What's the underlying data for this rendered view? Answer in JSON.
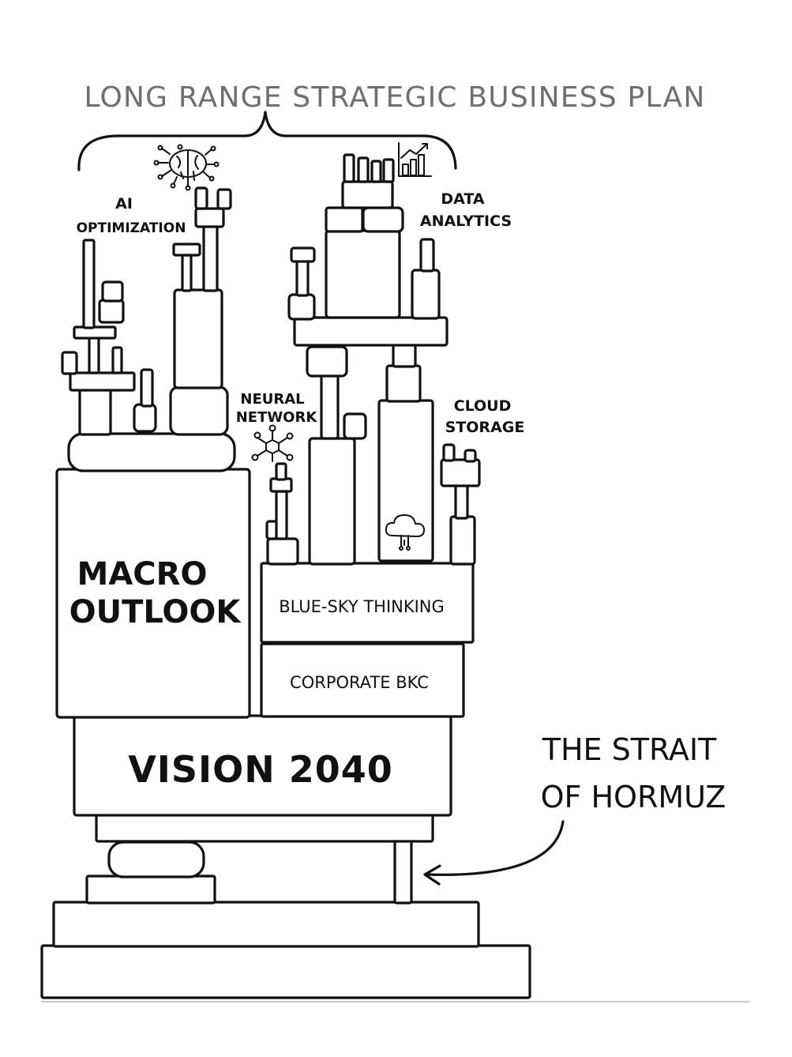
{
  "title": "LONG RANGE STRATEGIC BUSINESS PLAN",
  "labels": {
    "ai_line1": "AI",
    "ai_line2": "OPTIMIZATION",
    "data_line1": "DATA",
    "data_line2": "ANALYTICS",
    "neural_line1": "NEURAL",
    "neural_line2": "NETWORK",
    "cloud_line1": "CLOUD",
    "cloud_line2": "STORAGE"
  },
  "blocks": {
    "macro_line1": "MACRO",
    "macro_line2": "OUTLOOK",
    "blue_sky": "BLUE-SKY THINKING",
    "corporate": "CORPORATE BKC",
    "vision": "VISION 2040"
  },
  "annotation": {
    "line1": "THE STRAIT",
    "line2": "OF HORMUZ"
  },
  "icons": [
    "brain-icon",
    "bar-chart-icon",
    "network-icon",
    "cloud-icon",
    "arrow-icon"
  ]
}
